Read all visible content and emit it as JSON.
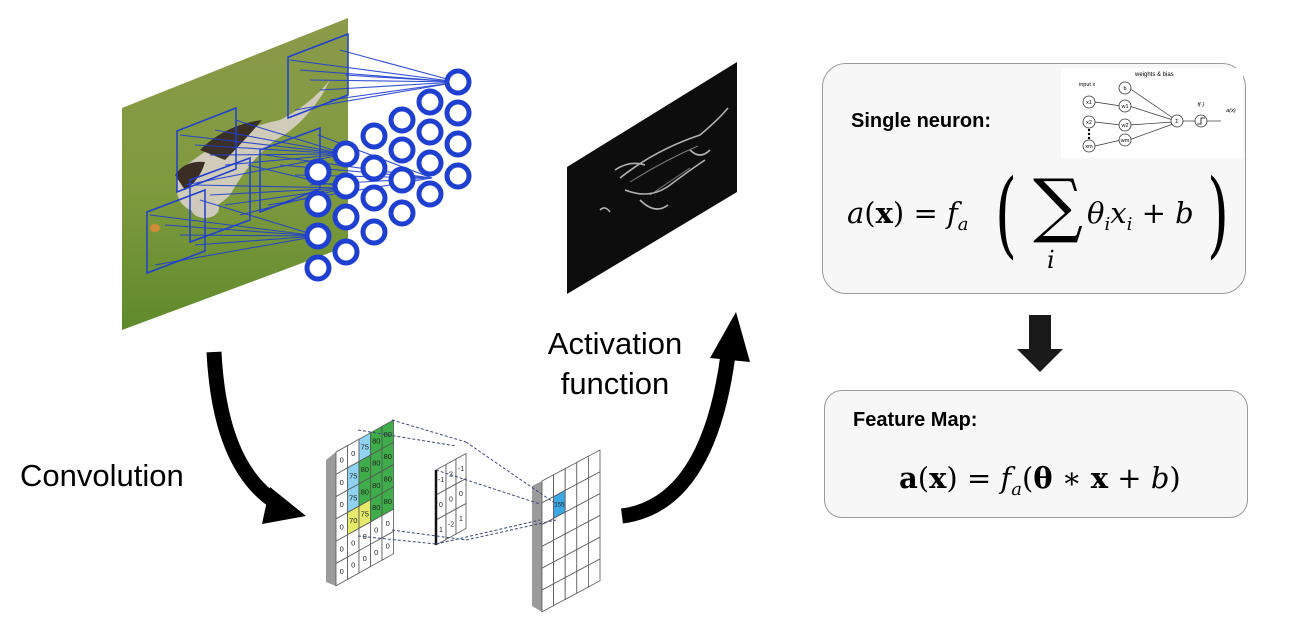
{
  "labels": {
    "convolution": "Convolution",
    "activation_line1": "Activation",
    "activation_line2": "function"
  },
  "single_neuron": {
    "title": "Single neuron:",
    "inset_weights_bias": "weights & bias",
    "inset_input": "input x",
    "inset_nodes": [
      "x1",
      "x2",
      "xm"
    ],
    "inset_weights": [
      "w1",
      "w2",
      "wm"
    ],
    "inset_bias": "b",
    "inset_sum": "Σ",
    "inset_f": "f(·)",
    "inset_output": "a(x)"
  },
  "feature_map": {
    "title": "Feature Map:"
  },
  "input_grid": [
    [
      "0",
      "0",
      "75",
      "80",
      "80"
    ],
    [
      "0",
      "75",
      "80",
      "80",
      "80"
    ],
    [
      "0",
      "75",
      "80",
      "80",
      "80"
    ],
    [
      "0",
      "70",
      "75",
      "80",
      "80"
    ],
    [
      "0",
      "0",
      "0",
      "0",
      "0"
    ],
    [
      "0",
      "0",
      "0",
      "0",
      "0"
    ]
  ],
  "kernel_grid": [
    [
      "-1",
      "2",
      "-1"
    ],
    [
      "0",
      "0",
      "0"
    ],
    [
      "1",
      "-2",
      "1"
    ]
  ],
  "output_value": "155",
  "colors": {
    "conv_blue": "#1f3fd0",
    "grid_green": "#3fae4a",
    "grid_cyan": "#8fd3f0",
    "grid_yellow": "#e6ea6a",
    "output_cell": "#3ea8e6"
  }
}
